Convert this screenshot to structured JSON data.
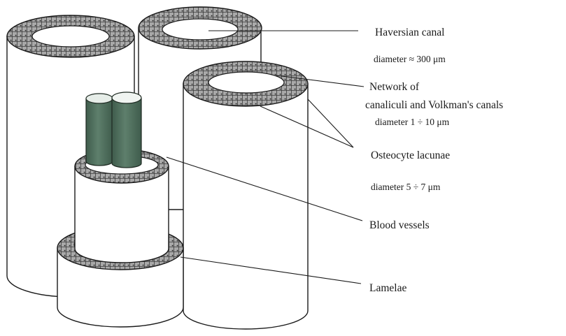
{
  "figure": {
    "labels": {
      "haversian_canal": "Haversian canal",
      "haversian_diameter": "diameter ≈ 300 μm",
      "network_line1": "Network of",
      "network_line2": "canaliculi and Volkman's canals",
      "network_diameter": "diameter 1 ÷ 10 μm",
      "osteocyte_lacunae": "Osteocyte lacunae",
      "osteocyte_diameter": "diameter 5 ÷ 7 μm",
      "blood_vessels": "Blood vessels",
      "lamelae": "Lamelae"
    },
    "colors": {
      "line": "#1a1a1a",
      "ring_fill": "#a9a9a9",
      "vessel_fill": "#5e7f6c",
      "vessel_shade": "#3f5c4c",
      "background": "#ffffff"
    }
  }
}
